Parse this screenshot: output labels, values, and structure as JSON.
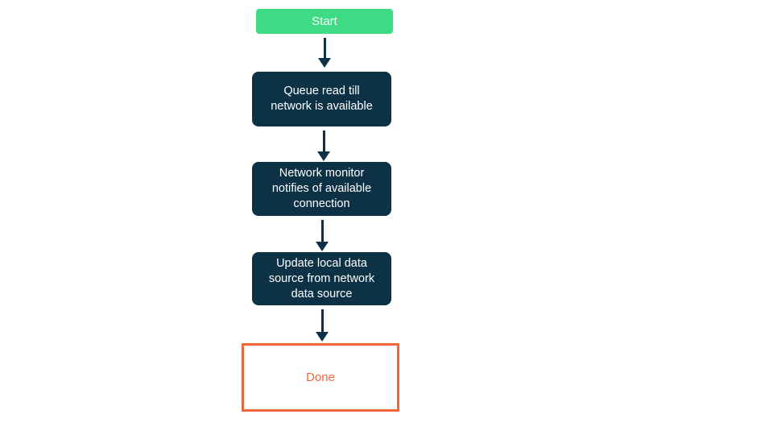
{
  "diagram": {
    "type": "flowchart",
    "direction": "top-down",
    "nodes": [
      {
        "id": "start",
        "type": "start",
        "label": "Start"
      },
      {
        "id": "step1",
        "type": "process",
        "label": "Queue read till network is available"
      },
      {
        "id": "step2",
        "type": "process",
        "label": "Network monitor notifies of available connection"
      },
      {
        "id": "step3",
        "type": "process",
        "label": "Update local data source from network data source"
      },
      {
        "id": "done",
        "type": "end",
        "label": "Done"
      }
    ],
    "edges": [
      {
        "from": "start",
        "to": "step1"
      },
      {
        "from": "step1",
        "to": "step2"
      },
      {
        "from": "step2",
        "to": "step3"
      },
      {
        "from": "step3",
        "to": "done"
      }
    ],
    "colors": {
      "start_fill": "#3ddc84",
      "process_fill": "#0d3145",
      "node_text": "#ffffff",
      "end_border": "#f2673a",
      "end_text": "#f2673a",
      "end_fill": "#ffffff",
      "arrow": "#0d3145",
      "background": "#ffffff"
    }
  }
}
